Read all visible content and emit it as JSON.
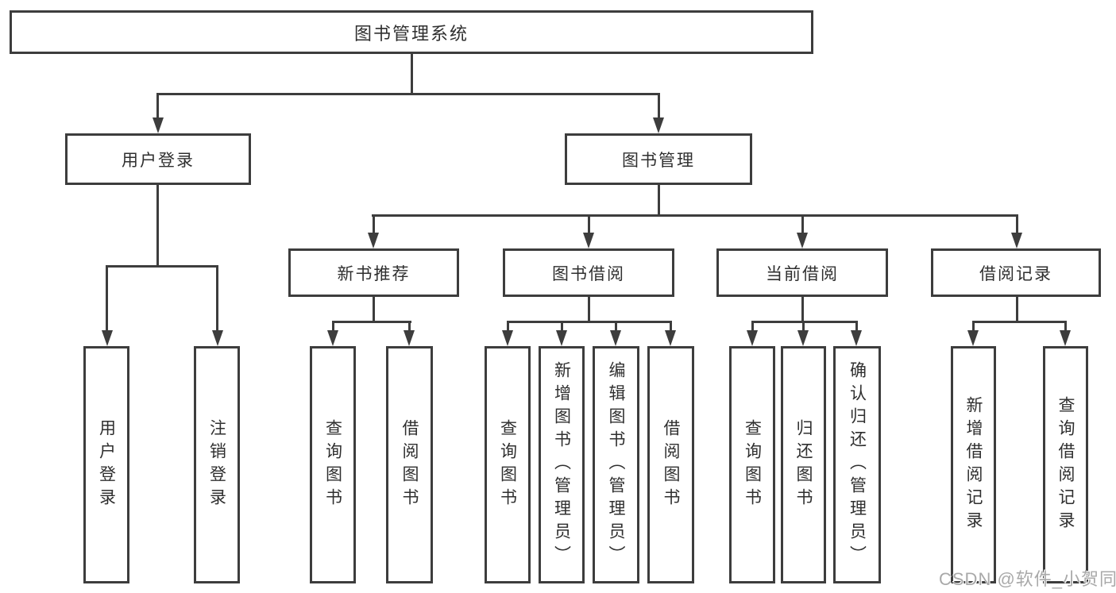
{
  "diagram_title": "图书管理系统",
  "colors": {
    "line": "#3d3d3d",
    "text": "#2f2f2f",
    "background": "#ffffff",
    "watermark": "#a9a9a9"
  },
  "tree": {
    "root": {
      "label": "图书管理系统"
    },
    "level1": [
      {
        "label": "用户登录"
      },
      {
        "label": "图书管理"
      }
    ],
    "user_login_children": [
      "用户登录",
      "注销登录"
    ],
    "book_mgmt_children": [
      {
        "label": "新书推荐",
        "children": [
          "查询图书",
          "借阅图书"
        ]
      },
      {
        "label": "图书借阅",
        "children": [
          "查询图书",
          "新增图书（管理员）",
          "编辑图书（管理员）",
          "借阅图书"
        ]
      },
      {
        "label": "当前借阅",
        "children": [
          "查询图书",
          "归还图书",
          "确认归还（管理员）"
        ]
      },
      {
        "label": "借阅记录",
        "children": [
          "新增借阅记录",
          "查询借阅记录"
        ]
      }
    ]
  },
  "watermark": {
    "text": "CSDN @软件_小贺同学"
  }
}
